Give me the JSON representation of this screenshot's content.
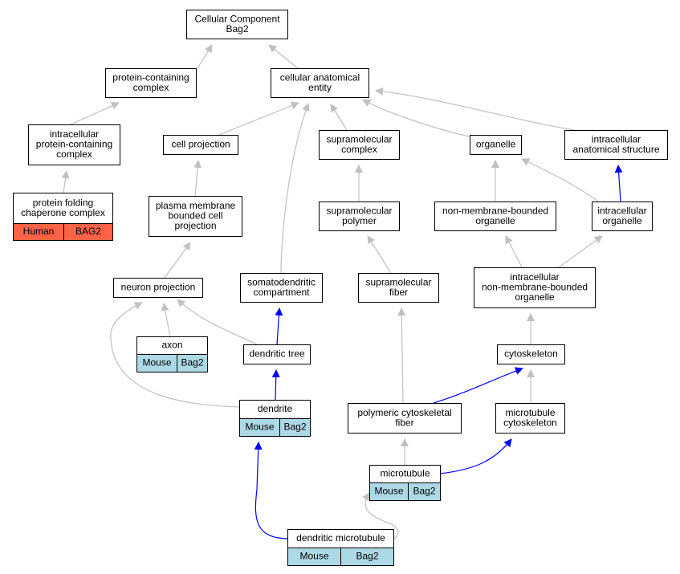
{
  "colors": {
    "edge_gray": "#c0c0c0",
    "edge_blue": "#0000ff",
    "human_cell": "#ff6347",
    "mouse_cell": "#add8e6",
    "node_fill": "#ffffff",
    "node_border": "#000000"
  },
  "nodes": {
    "cellular_component": {
      "lines": [
        "Cellular Component",
        "Bag2"
      ]
    },
    "protein_containing_complex": {
      "lines": [
        "protein-containing",
        "complex"
      ]
    },
    "cellular_anatomical_entity": {
      "lines": [
        "cellular anatomical",
        "entity"
      ]
    },
    "intracellular_protein_containing_complex": {
      "lines": [
        "intracellular",
        "protein-containing",
        "complex"
      ]
    },
    "protein_folding_chaperone_complex": {
      "lines": [
        "protein folding",
        "chaperone complex"
      ],
      "annotation": [
        "Human",
        "BAG2"
      ]
    },
    "cell_projection": {
      "lines": [
        "cell projection"
      ]
    },
    "supramolecular_complex": {
      "lines": [
        "supramolecular",
        "complex"
      ]
    },
    "organelle": {
      "lines": [
        "organelle"
      ]
    },
    "intracellular_anatomical_structure": {
      "lines": [
        "intracellular",
        "anatomical structure"
      ]
    },
    "plasma_membrane_bounded_cell_projection": {
      "lines": [
        "plasma membrane",
        "bounded cell",
        "projection"
      ]
    },
    "supramolecular_polymer": {
      "lines": [
        "supramolecular",
        "polymer"
      ]
    },
    "non_membrane_bounded_organelle": {
      "lines": [
        "non-membrane-bounded",
        "organelle"
      ]
    },
    "intracellular_organelle": {
      "lines": [
        "intracellular",
        "organelle"
      ]
    },
    "neuron_projection": {
      "lines": [
        "neuron projection"
      ]
    },
    "somatodendritic_compartment": {
      "lines": [
        "somatodendritic",
        "compartment"
      ]
    },
    "supramolecular_fiber": {
      "lines": [
        "supramolecular",
        "fiber"
      ]
    },
    "intracellular_non_membrane_bounded_organelle": {
      "lines": [
        "intracellular",
        "non-membrane-bounded",
        "organelle"
      ]
    },
    "axon": {
      "lines": [
        "axon"
      ],
      "annotation": [
        "Mouse",
        "Bag2"
      ]
    },
    "dendritic_tree": {
      "lines": [
        "dendritic tree"
      ]
    },
    "cytoskeleton": {
      "lines": [
        "cytoskeleton"
      ]
    },
    "dendrite": {
      "lines": [
        "dendrite"
      ],
      "annotation": [
        "Mouse",
        "Bag2"
      ]
    },
    "polymeric_cytoskeletal_fiber": {
      "lines": [
        "polymeric cytoskeletal",
        "fiber"
      ]
    },
    "microtubule_cytoskeleton": {
      "lines": [
        "microtubule",
        "cytoskeleton"
      ]
    },
    "microtubule": {
      "lines": [
        "microtubule"
      ],
      "annotation": [
        "Mouse",
        "Bag2"
      ]
    },
    "dendritic_microtubule": {
      "lines": [
        "dendritic microtubule"
      ],
      "annotation": [
        "Mouse",
        "Bag2"
      ]
    }
  },
  "edges": [
    {
      "from": "protein_containing_complex",
      "to": "cellular_component",
      "color": "gray"
    },
    {
      "from": "cellular_anatomical_entity",
      "to": "cellular_component",
      "color": "gray"
    },
    {
      "from": "intracellular_protein_containing_complex",
      "to": "protein_containing_complex",
      "color": "gray"
    },
    {
      "from": "protein_folding_chaperone_complex",
      "to": "intracellular_protein_containing_complex",
      "color": "gray"
    },
    {
      "from": "cell_projection",
      "to": "cellular_anatomical_entity",
      "color": "gray"
    },
    {
      "from": "somatodendritic_compartment",
      "to": "cellular_anatomical_entity",
      "color": "gray"
    },
    {
      "from": "supramolecular_complex",
      "to": "cellular_anatomical_entity",
      "color": "gray"
    },
    {
      "from": "organelle",
      "to": "cellular_anatomical_entity",
      "color": "gray"
    },
    {
      "from": "intracellular_anatomical_structure",
      "to": "cellular_anatomical_entity",
      "color": "gray"
    },
    {
      "from": "plasma_membrane_bounded_cell_projection",
      "to": "cell_projection",
      "color": "gray"
    },
    {
      "from": "supramolecular_polymer",
      "to": "supramolecular_complex",
      "color": "gray"
    },
    {
      "from": "non_membrane_bounded_organelle",
      "to": "organelle",
      "color": "gray"
    },
    {
      "from": "intracellular_organelle",
      "to": "organelle",
      "color": "gray"
    },
    {
      "from": "intracellular_organelle",
      "to": "intracellular_anatomical_structure",
      "color": "blue"
    },
    {
      "from": "neuron_projection",
      "to": "plasma_membrane_bounded_cell_projection",
      "color": "gray"
    },
    {
      "from": "supramolecular_fiber",
      "to": "supramolecular_polymer",
      "color": "gray"
    },
    {
      "from": "intracellular_non_membrane_bounded_organelle",
      "to": "non_membrane_bounded_organelle",
      "color": "gray"
    },
    {
      "from": "intracellular_non_membrane_bounded_organelle",
      "to": "intracellular_organelle",
      "color": "gray"
    },
    {
      "from": "axon",
      "to": "neuron_projection",
      "color": "gray"
    },
    {
      "from": "dendritic_tree",
      "to": "neuron_projection",
      "color": "gray"
    },
    {
      "from": "dendrite",
      "to": "neuron_projection",
      "color": "gray"
    },
    {
      "from": "dendritic_tree",
      "to": "somatodendritic_compartment",
      "color": "blue"
    },
    {
      "from": "dendrite",
      "to": "dendritic_tree",
      "color": "blue"
    },
    {
      "from": "cytoskeleton",
      "to": "intracellular_non_membrane_bounded_organelle",
      "color": "gray"
    },
    {
      "from": "polymeric_cytoskeletal_fiber",
      "to": "supramolecular_fiber",
      "color": "gray"
    },
    {
      "from": "polymeric_cytoskeletal_fiber",
      "to": "cytoskeleton",
      "color": "blue"
    },
    {
      "from": "microtubule_cytoskeleton",
      "to": "cytoskeleton",
      "color": "gray"
    },
    {
      "from": "microtubule",
      "to": "polymeric_cytoskeletal_fiber",
      "color": "gray"
    },
    {
      "from": "microtubule",
      "to": "microtubule_cytoskeleton",
      "color": "blue"
    },
    {
      "from": "dendritic_microtubule",
      "to": "microtubule",
      "color": "gray"
    },
    {
      "from": "dendritic_microtubule",
      "to": "dendrite",
      "color": "blue"
    }
  ]
}
